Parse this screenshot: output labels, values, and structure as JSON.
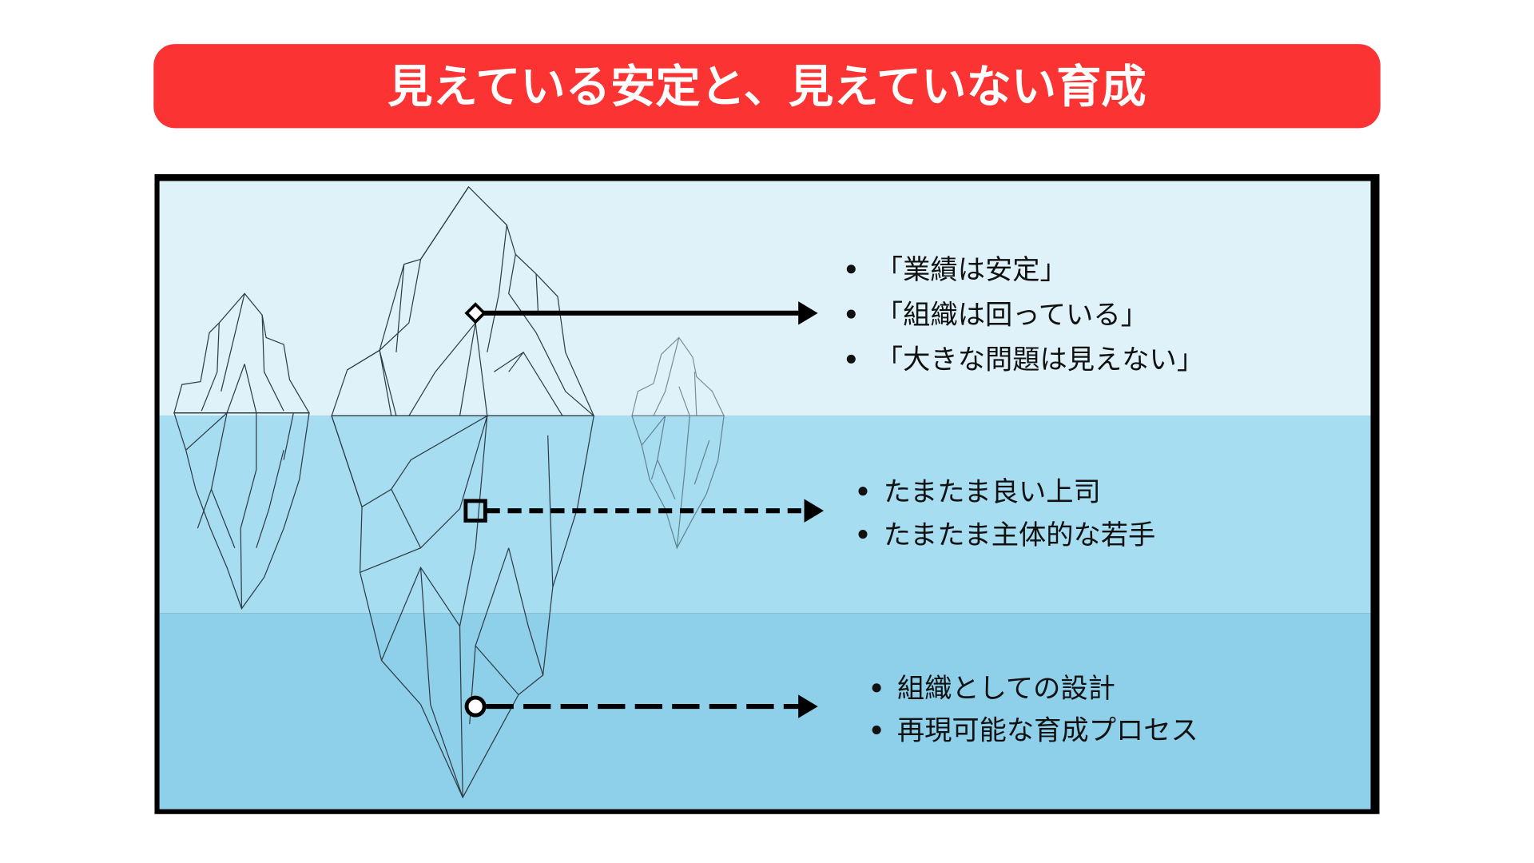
{
  "title": "見えている安定と、見えていない育成",
  "colors": {
    "title_bg": "#fb3333",
    "surface": "#dff2f9",
    "middle": "#a6ddf1",
    "deep": "#8ecfe9",
    "ice_under": "#5ec8f5"
  },
  "sections": {
    "visible": {
      "marker": "diamond",
      "line": "solid",
      "items": [
        "「業績は安定」",
        "「組織は回っている」",
        "「大きな問題は見えない」"
      ]
    },
    "shallow": {
      "marker": "square",
      "line": "dashed",
      "items": [
        "たまたま良い上司",
        "たまたま主体的な若手"
      ]
    },
    "deep": {
      "marker": "circle",
      "line": "long-dashed",
      "items": [
        "組織としての設計",
        "再現可能な育成プロセス"
      ]
    }
  }
}
